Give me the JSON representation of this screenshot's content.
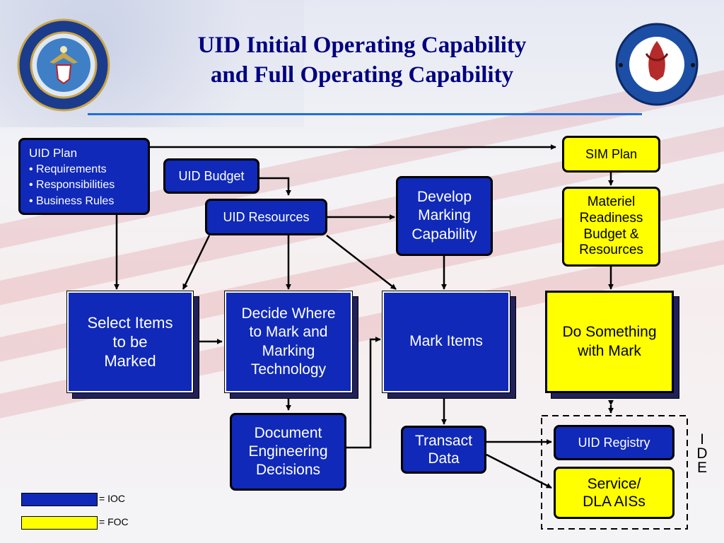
{
  "title": {
    "line1": "UID Initial Operating Capability",
    "line2": "and Full Operating Capability"
  },
  "colors": {
    "ioc": "#1029b8",
    "foc": "#ffff00",
    "title": "#000080",
    "rule": "#1f6fe0"
  },
  "seals": {
    "left": {
      "icon": "department-of-defense-seal-icon"
    },
    "right": {
      "icon": "dod-maintenance-seal-icon"
    }
  },
  "nodes": {
    "uid_plan": {
      "title": "UID Plan",
      "bullets": [
        "• Requirements",
        "• Responsibilities",
        "• Business Rules"
      ]
    },
    "uid_budget": "UID Budget",
    "uid_resources": "UID Resources",
    "develop_marking": [
      "Develop",
      "Marking",
      "Capability"
    ],
    "sim_plan": "SIM Plan",
    "materiel": [
      "Materiel",
      "Readiness",
      "Budget &",
      "Resources"
    ],
    "select_items": [
      "Select Items",
      "to be",
      "Marked"
    ],
    "decide_where": [
      "Decide Where",
      "to Mark and",
      "Marking",
      "Technology"
    ],
    "mark_items": "Mark Items",
    "do_something": [
      "Do Something",
      "with Mark"
    ],
    "document_eng": [
      "Document",
      "Engineering",
      "Decisions"
    ],
    "transact": [
      "Transact",
      "Data"
    ],
    "uid_registry": "UID Registry",
    "service_dla": [
      "Service/",
      "DLA AISs"
    ]
  },
  "ide_label": [
    "I",
    "D",
    "E"
  ],
  "legend": [
    {
      "label": "= IOC",
      "color": "#1029b8"
    },
    {
      "label": "= FOC",
      "color": "#ffff00"
    }
  ]
}
